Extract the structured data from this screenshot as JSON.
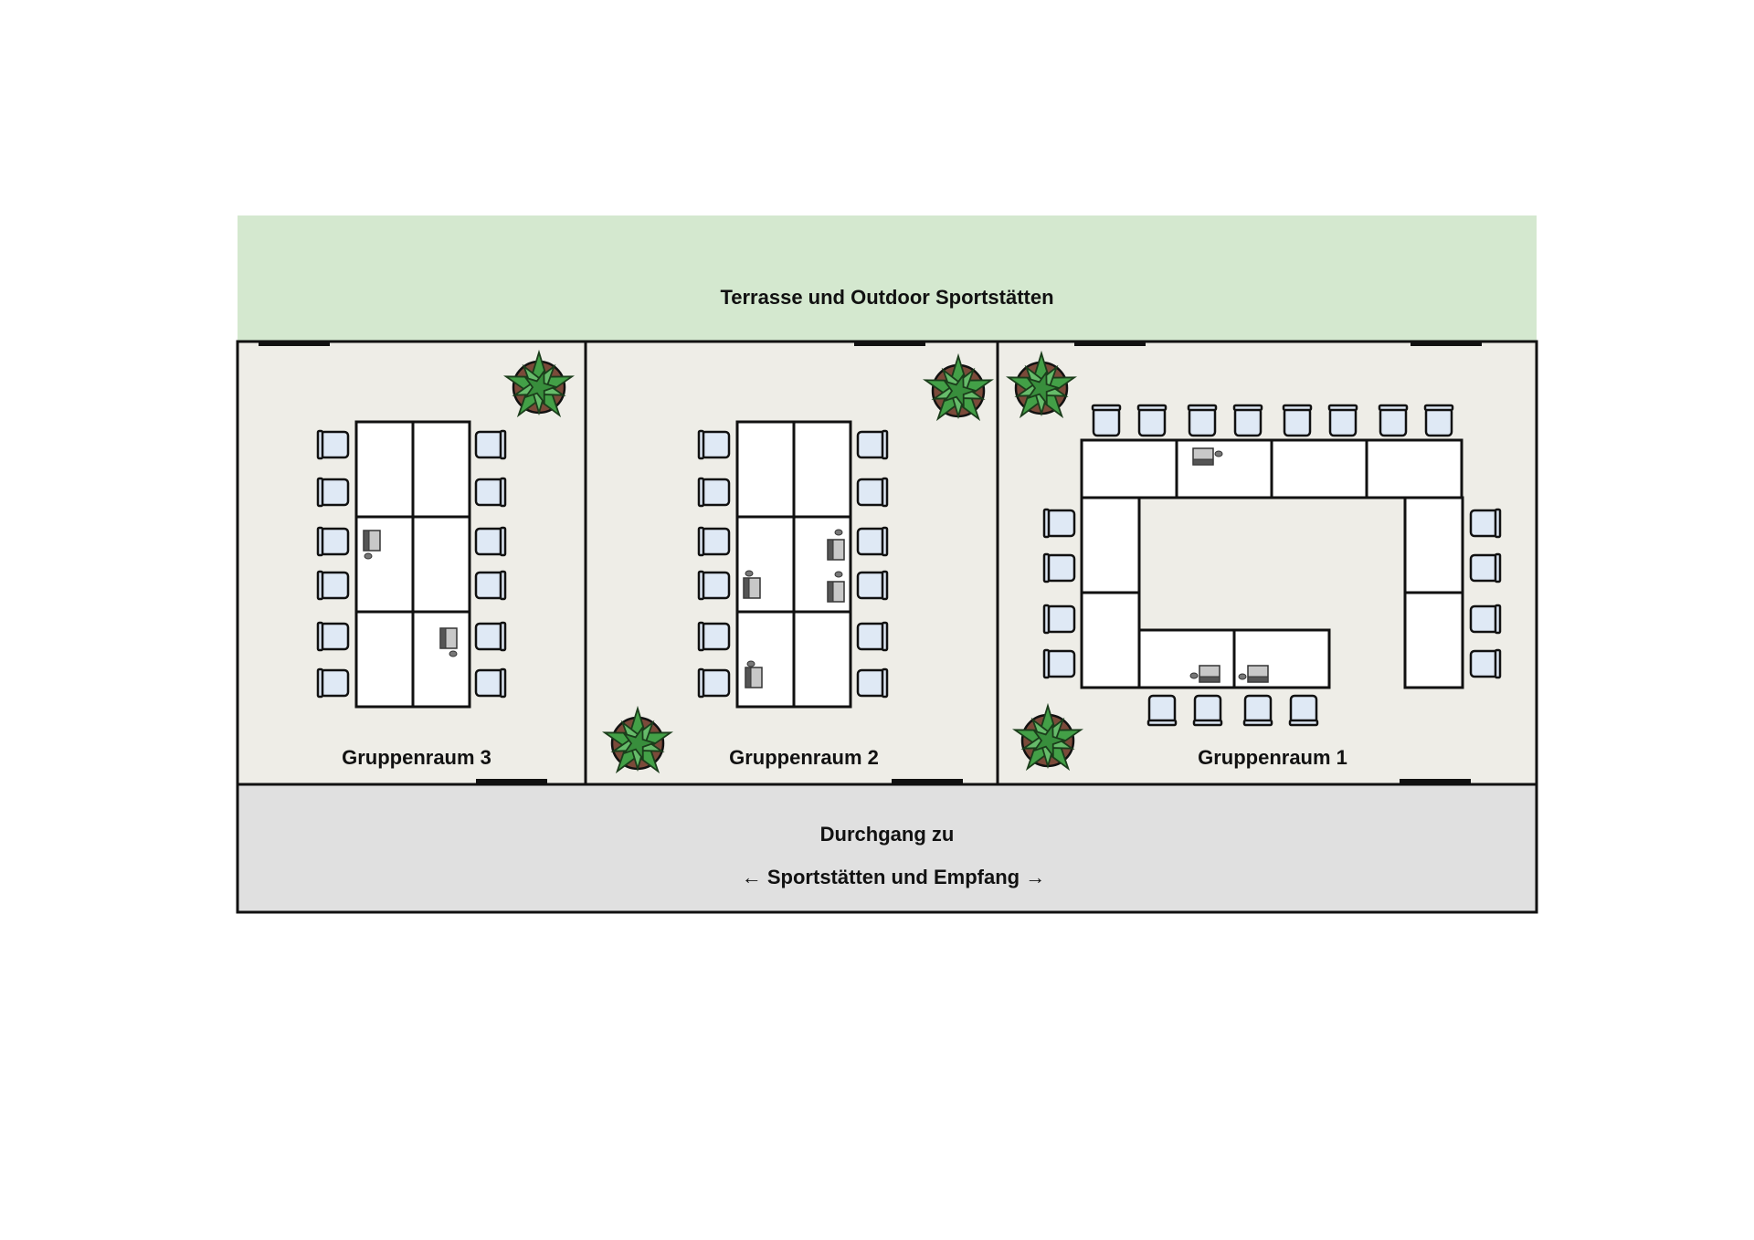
{
  "terrace": {
    "label": "Terrasse und Outdoor Sportstätten",
    "color": "#d4e8cf"
  },
  "rooms": [
    {
      "label": "Gruppenraum 3"
    },
    {
      "label": "Gruppenraum 2"
    },
    {
      "label": "Gruppenraum 1"
    }
  ],
  "passage": {
    "line1": "Durchgang zu",
    "line2": "← Sportstätten und Empfang →",
    "color": "#e0e0e0"
  },
  "colors": {
    "room_floor": "#eeede7",
    "chair_fill": "#dfe9f5",
    "plant_pot": "#7b4a3a",
    "plant_leaf": "#4caf50",
    "wall": "#111111"
  },
  "icons": [
    "plant-icon",
    "chair-icon",
    "laptop-icon",
    "door-icon"
  ]
}
